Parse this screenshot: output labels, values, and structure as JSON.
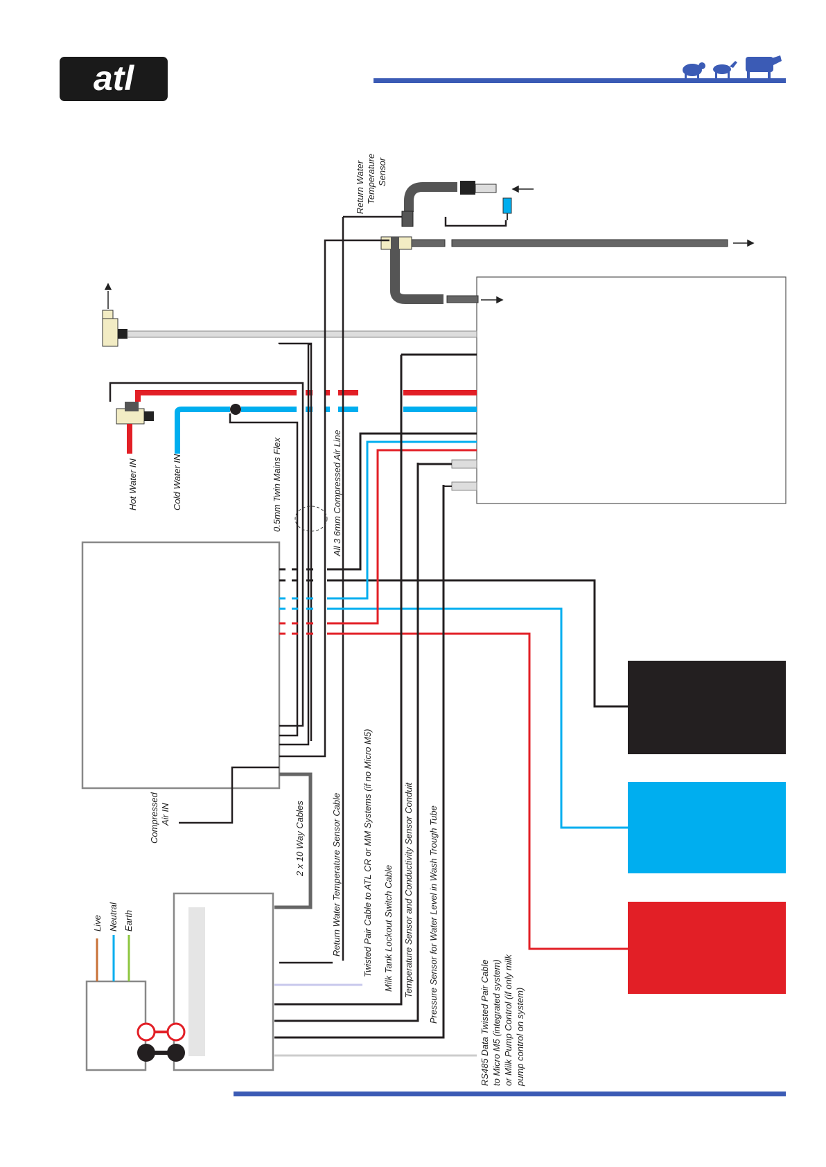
{
  "brand": {
    "logo_text": "atl",
    "accent_color": "#3b5bb5"
  },
  "colors": {
    "hot": "#e21f26",
    "cold": "#00aeef",
    "black": "#231f20",
    "pipe": "#555555",
    "grey_line": "#cccccc",
    "lilac_line": "#c8c8ec"
  },
  "labels": {
    "return_water_temperature_sensor": "Return Water\nTemperature\nSensor",
    "hot_water_in": "Hot Water IN",
    "cold_water_in": "Cold Water IN",
    "twin_mains_flex": "0.5mm  Twin Mains Flex",
    "compressed_air_line": "All 3 6mm Compressed Air Line",
    "compressed_air_in": "Compressed\nAir  IN",
    "ten_way_cables": "2 x 10 Way Cables",
    "return_water_temperature_sensor_cable": "Return Water Temperature Sensor Cable",
    "twisted_pair_cable": "Twisted Pair Cable to ATL CR or MM Systems (if no Micro M5)",
    "milk_tank_lockout": "Milk Tank Lockout Switch Cable",
    "temp_conductivity_conduit": "Temperature Sensor and Conductivity Sensor Conduit",
    "pressure_sensor": "Pressure Sensor for Water Level in Wash Trough Tube",
    "rs485_cable": "RS485 Data Twisted Pair Cable\nto Micro M5  (integrated system)\nor Milk Pump Control (if only milk\npump control on system)",
    "live": "Live",
    "neutral": "Neutral",
    "earth": "Earth"
  }
}
